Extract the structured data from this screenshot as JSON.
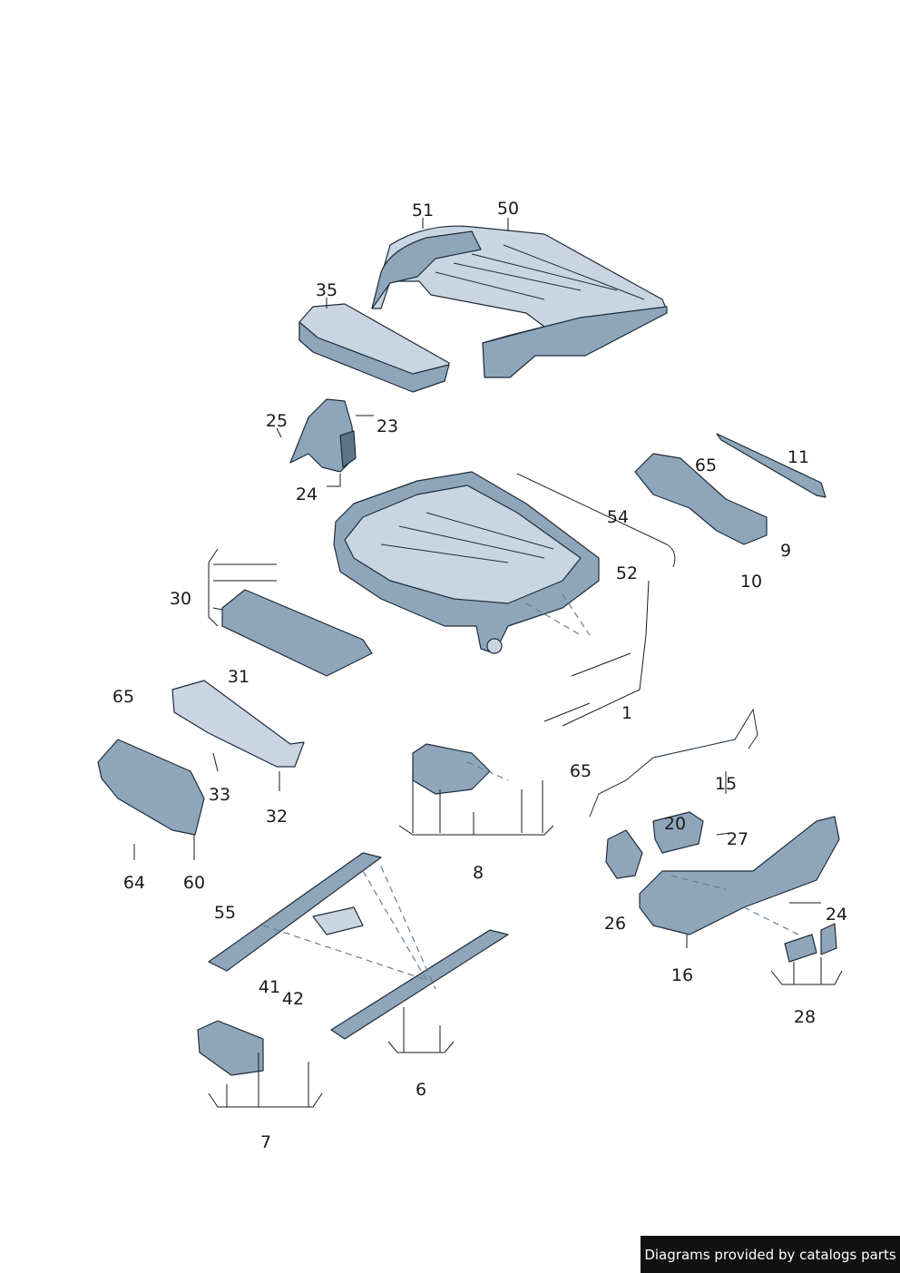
{
  "callouts": {
    "c1": "1",
    "c6": "6",
    "c7": "7",
    "c8": "8",
    "c9": "9",
    "c10": "10",
    "c11": "11",
    "c15": "15",
    "c16": "16",
    "c20": "20",
    "c23": "23",
    "c24a": "24",
    "c24b": "24",
    "c25": "25",
    "c26": "26",
    "c27": "27",
    "c28": "28",
    "c30": "30",
    "c31": "31",
    "c32": "32",
    "c33": "33",
    "c35": "35",
    "c41": "41",
    "c42": "42",
    "c50": "50",
    "c51": "51",
    "c52": "52",
    "c54": "54",
    "c55": "55",
    "c60": "60",
    "c64": "64",
    "c65a": "65",
    "c65b": "65",
    "c65c": "65"
  },
  "watermark": "Diagrams provided by catalogs parts",
  "colors": {
    "part": "#8fa6ba",
    "part_light": "#c9d6e2",
    "outline": "#1e2c3a",
    "watermark_bg": "#111111"
  }
}
